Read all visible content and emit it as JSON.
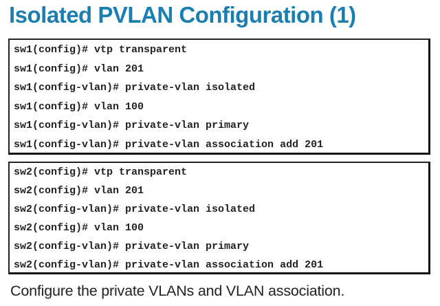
{
  "title": "Isolated PVLAN Configuration (1)",
  "colors": {
    "title": "#1a7fb0",
    "text": "#222222",
    "border": "#111111",
    "background": "#ffffff"
  },
  "config_blocks": [
    {
      "switch": "sw1",
      "lines": [
        "sw1(config)# vtp transparent",
        "sw1(config)# vlan 201",
        "sw1(config-vlan)# private-vlan isolated",
        "sw1(config)# vlan 100",
        "sw1(config-vlan)# private-vlan primary",
        "sw1(config-vlan)# private-vlan association add 201"
      ]
    },
    {
      "switch": "sw2",
      "lines": [
        "sw2(config)# vtp transparent",
        "sw2(config)# vlan 201",
        "sw2(config-vlan)# private-vlan isolated",
        "sw2(config)# vlan 100",
        "sw2(config-vlan)# private-vlan primary",
        "sw2(config-vlan)# private-vlan association add 201"
      ]
    }
  ],
  "caption": "Configure the private VLANs and VLAN association."
}
